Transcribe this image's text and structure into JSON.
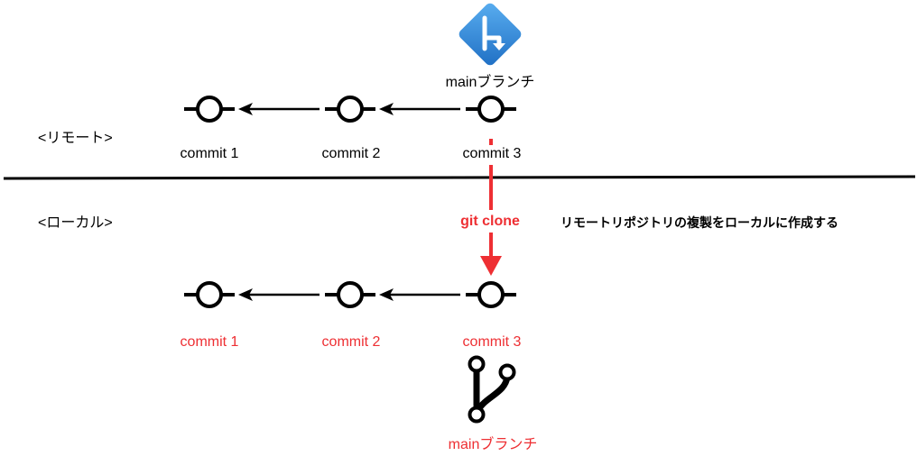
{
  "sections": {
    "remote_label": "<リモート>",
    "local_label": "<ローカル>"
  },
  "remote": {
    "branch_label": "mainブランチ",
    "commits": [
      "commit 1",
      "commit 2",
      "commit 3"
    ]
  },
  "local": {
    "branch_label": "mainブランチ",
    "commits": [
      "commit 1",
      "commit 2",
      "commit 3"
    ]
  },
  "action": {
    "label": "git clone",
    "description": "リモートリポジトリの複製をローカルに作成する"
  },
  "colors": {
    "accent_red": "#ee2f33",
    "remote_icon_blue": "#2e86de",
    "line": "#000000"
  },
  "icons": {
    "remote_branch": "azure-repos-icon",
    "local_branch": "git-branch-icon"
  }
}
